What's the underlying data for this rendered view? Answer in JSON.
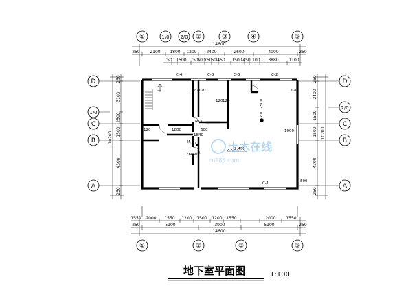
{
  "title": "地下室平面图",
  "scale": "1:100",
  "top_axes": [
    "①",
    "1/0",
    "2/0",
    "②",
    "③",
    "④",
    "⑤"
  ],
  "bottom_axes": [
    "①",
    "②",
    "③",
    "⑤"
  ],
  "left_axes": [
    "D",
    "1/0",
    "C",
    "B",
    "A"
  ],
  "right_axes": [
    "D",
    "2/0",
    "C",
    "B",
    "A"
  ],
  "top_dims": {
    "overall": "14600",
    "row1": [
      "250",
      "2100",
      "1800",
      "1200",
      "2400",
      "2600",
      "4000",
      "250"
    ],
    "row2": [
      "750",
      "1500",
      "750",
      "600",
      "750",
      "600",
      "450",
      "1500",
      "450",
      "1100",
      "3880",
      "1100"
    ]
  },
  "bottom_dims": {
    "overall": "14600",
    "row1": [
      "250",
      "5100",
      "3900",
      "5100",
      "250"
    ],
    "row2": [
      "1550",
      "2000",
      "1550",
      "1200",
      "1500",
      "1200",
      "1550",
      "2000",
      "1550"
    ]
  },
  "left_dims": {
    "overall": "10200",
    "segments": [
      "250",
      "3100",
      "2500",
      "1500",
      "4300",
      "250"
    ]
  },
  "right_dims": {
    "overall": "10200",
    "segments": [
      "250",
      "2400",
      "1500",
      "1500",
      "4300",
      "250"
    ]
  },
  "labels": {
    "window_c4": "C-4",
    "window_c3a": "C-3",
    "window_c3b": "C-3",
    "window_c2": "C-2",
    "window_c1": "C-1",
    "door_m3a": "M-3",
    "door_m3b": "M-3",
    "elevation": "-2.400",
    "up": "上",
    "d120a": "120",
    "d120b": "120",
    "d120c": "120",
    "d120d": "120",
    "d120e": "120",
    "d120f": "120",
    "d120g": "120",
    "d2500": "2500",
    "d1200": "1200",
    "d1000": "1000",
    "d800": "800",
    "d1800": "1800",
    "d1840": "1840",
    "d360": "360",
    "d240": "240",
    "d600": "600"
  },
  "watermark": {
    "main": "土木在线",
    "sub": "co188.com"
  }
}
